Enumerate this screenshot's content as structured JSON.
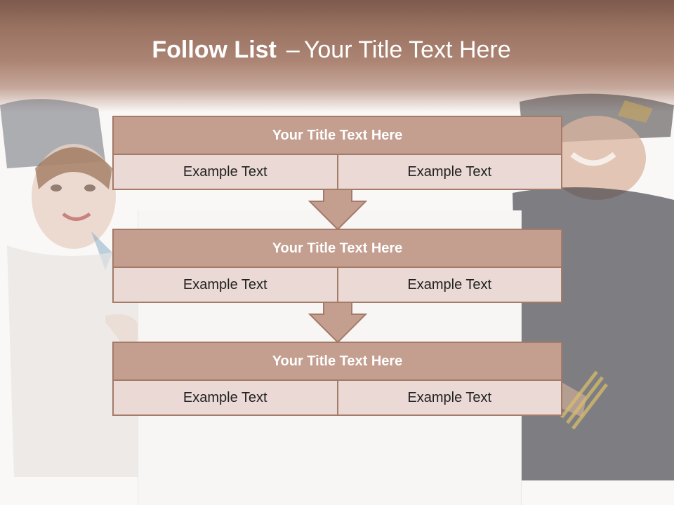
{
  "header": {
    "title_bold": "Follow List",
    "title_sep": "–",
    "title_rest": "Your Title Text Here"
  },
  "blocks": [
    {
      "title": "Your Title Text Here",
      "left": "Example Text",
      "right": "Example Text"
    },
    {
      "title": "Your Title Text Here",
      "left": "Example Text",
      "right": "Example Text"
    },
    {
      "title": "Your Title Text Here",
      "left": "Example Text",
      "right": "Example Text"
    }
  ],
  "colors": {
    "header_dark": "#7d5a4d",
    "box_fill": "#c49e8f",
    "box_border": "#a47a68",
    "cell_fill": "#ead9d4"
  }
}
